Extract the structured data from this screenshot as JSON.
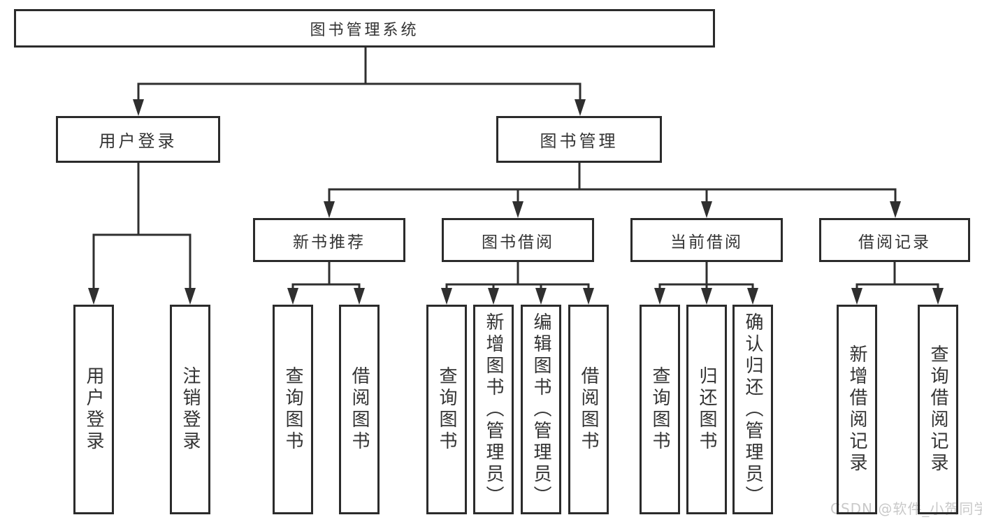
{
  "tree": {
    "root": {
      "label": "图书管理系统"
    },
    "children": [
      {
        "label": "用户登录",
        "children": [
          {
            "label": "用户登录"
          },
          {
            "label": "注销登录"
          }
        ]
      },
      {
        "label": "图书管理",
        "children": [
          {
            "label": "新书推荐",
            "children": [
              {
                "label": "查询图书"
              },
              {
                "label": "借阅图书"
              }
            ]
          },
          {
            "label": "图书借阅",
            "children": [
              {
                "label": "查询图书"
              },
              {
                "label": "新增图书（管理员）"
              },
              {
                "label": "编辑图书（管理员）"
              },
              {
                "label": "借阅图书"
              }
            ]
          },
          {
            "label": "当前借阅",
            "children": [
              {
                "label": "查询图书"
              },
              {
                "label": "归还图书"
              },
              {
                "label": "确认归还（管理员）"
              }
            ]
          },
          {
            "label": "借阅记录",
            "children": [
              {
                "label": "新增借阅记录"
              },
              {
                "label": "查询借阅记录"
              }
            ]
          }
        ]
      }
    ]
  },
  "watermark": {
    "text": "CSDN @软件_小贺同学",
    "color": "#c9c9c9"
  },
  "colors": {
    "line": "#2f2f2f",
    "box_border": "#2b2b2b",
    "text": "#333333",
    "background": "#ffffff"
  }
}
